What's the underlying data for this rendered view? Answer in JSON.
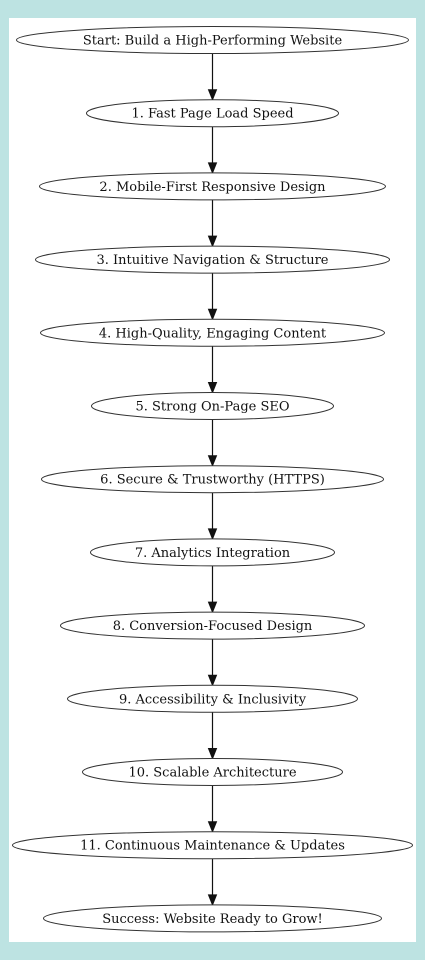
{
  "flowchart": {
    "nodes": [
      {
        "id": "start",
        "label": "Start: Build a High-Performing Website"
      },
      {
        "id": "step1",
        "label": "1. Fast Page Load Speed"
      },
      {
        "id": "step2",
        "label": "2. Mobile-First Responsive Design"
      },
      {
        "id": "step3",
        "label": "3. Intuitive Navigation & Structure"
      },
      {
        "id": "step4",
        "label": "4. High-Quality, Engaging Content"
      },
      {
        "id": "step5",
        "label": "5. Strong On-Page SEO"
      },
      {
        "id": "step6",
        "label": "6. Secure & Trustworthy (HTTPS)"
      },
      {
        "id": "step7",
        "label": "7. Analytics Integration"
      },
      {
        "id": "step8",
        "label": "8. Conversion-Focused Design"
      },
      {
        "id": "step9",
        "label": "9. Accessibility & Inclusivity"
      },
      {
        "id": "step10",
        "label": "10. Scalable Architecture"
      },
      {
        "id": "step11",
        "label": "11. Continuous Maintenance & Updates"
      },
      {
        "id": "end",
        "label": "Success: Website Ready to Grow!"
      }
    ],
    "edges": [
      {
        "from": "start",
        "to": "step1"
      },
      {
        "from": "step1",
        "to": "step2"
      },
      {
        "from": "step2",
        "to": "step3"
      },
      {
        "from": "step3",
        "to": "step4"
      },
      {
        "from": "step4",
        "to": "step5"
      },
      {
        "from": "step5",
        "to": "step6"
      },
      {
        "from": "step6",
        "to": "step7"
      },
      {
        "from": "step7",
        "to": "step8"
      },
      {
        "from": "step8",
        "to": "step9"
      },
      {
        "from": "step9",
        "to": "step10"
      },
      {
        "from": "step10",
        "to": "step11"
      },
      {
        "from": "step11",
        "to": "end"
      }
    ]
  }
}
